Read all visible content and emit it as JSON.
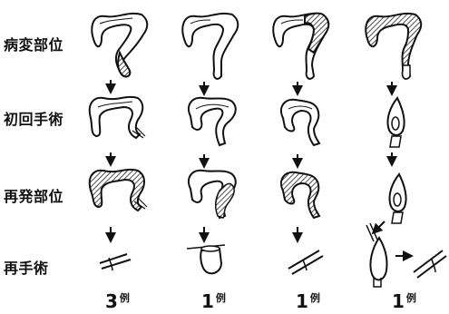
{
  "row_labels": [
    "病変部位",
    "初回手術",
    "再発部位",
    "再手術"
  ],
  "cases": [
    {
      "count": "3",
      "unit": "例"
    },
    {
      "count": "1",
      "unit": "例"
    },
    {
      "count": "1",
      "unit": "例"
    },
    {
      "count": "1",
      "unit": "例"
    }
  ]
}
